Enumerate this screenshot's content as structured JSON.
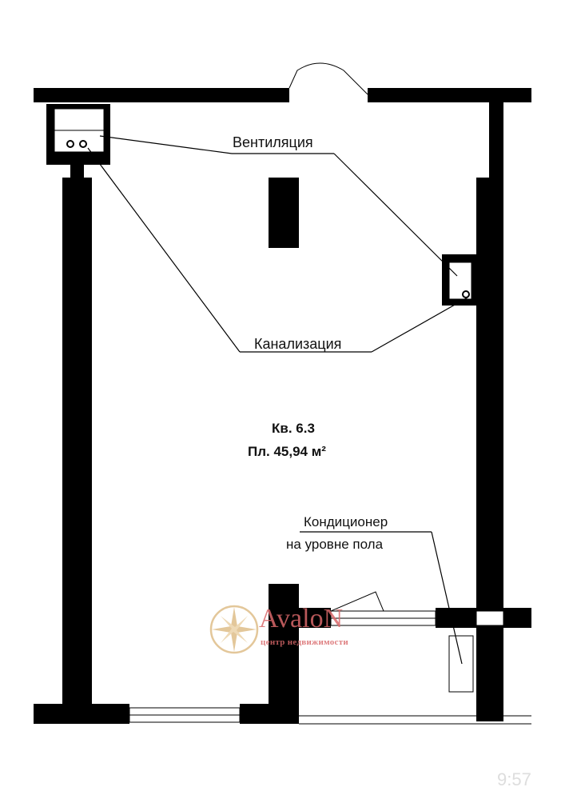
{
  "labels": {
    "ventilation": "Вентиляция",
    "sewage": "Канализация",
    "apartment": "Кв. 6.3",
    "area": "Пл. 45,94 м²",
    "ac_line1": "Кондиционер",
    "ac_line2": "на уровне пола"
  },
  "watermark": {
    "name": "AvaloN",
    "subtitle": "центр недвижимости"
  },
  "status": {
    "time": "9:57"
  },
  "colors": {
    "wall": "#000000",
    "logo": "#d9686a",
    "logo_star": "#e3c79a"
  }
}
